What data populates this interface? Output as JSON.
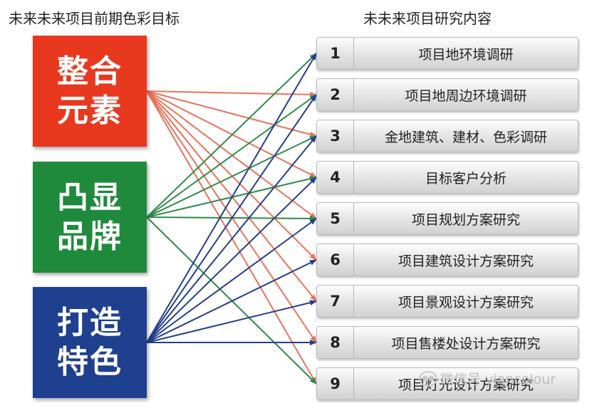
{
  "headings": {
    "left": "未来未来项目前期色彩目标",
    "right": "未未来项目研究内容"
  },
  "goals": [
    {
      "line1": "整合",
      "line2": "元素",
      "color": "#e8391f"
    },
    {
      "line1": "凸显",
      "line2": "品牌",
      "color": "#1f8a3c"
    },
    {
      "line1": "打造",
      "line2": "特色",
      "color": "#1f3f8f"
    }
  ],
  "items": [
    {
      "num": "1",
      "label": "项目地环境调研"
    },
    {
      "num": "2",
      "label": "项目地周边环境调研"
    },
    {
      "num": "3",
      "label": "金地建筑、建材、色彩调研"
    },
    {
      "num": "4",
      "label": "目标客户分析"
    },
    {
      "num": "5",
      "label": "项目规划方案研究"
    },
    {
      "num": "6",
      "label": "项目建筑设计方案研究"
    },
    {
      "num": "7",
      "label": "项目景观设计方案研究"
    },
    {
      "num": "8",
      "label": "项目售楼处设计方案研究"
    },
    {
      "num": "9",
      "label": "项目灯光设计方案研究"
    }
  ],
  "connections": {
    "from_goal_1": [
      2,
      3,
      4,
      5,
      6,
      7,
      8,
      9
    ],
    "from_goal_2": [
      1,
      2,
      3,
      4,
      5,
      9
    ],
    "from_goal_3": [
      1,
      2,
      3,
      4,
      5,
      6,
      7,
      8
    ]
  },
  "arrow_colors": [
    "#e8735a",
    "#2e8a4a",
    "#233f8c"
  ],
  "watermark": {
    "text": "微信号 yiancolour",
    "icon": "wechat-icon"
  }
}
